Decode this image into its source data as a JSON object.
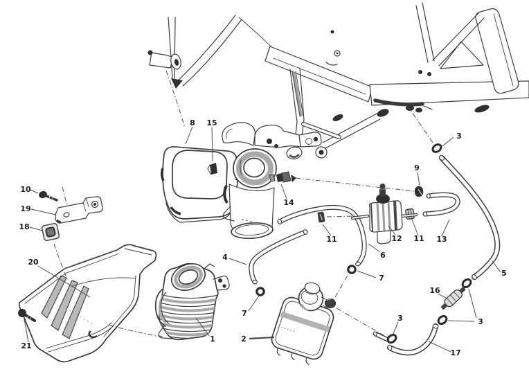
{
  "colors": {
    "background": "#ffffff",
    "line_art": "#3a3a3a",
    "dark_parts": "#2f2f2f",
    "shading": "#a9a9a9",
    "label_text": "#1c1c1c"
  },
  "callouts": [
    {
      "label": "1"
    },
    {
      "label": "2"
    },
    {
      "label": "3"
    },
    {
      "label": "3"
    },
    {
      "label": "3"
    },
    {
      "label": "4"
    },
    {
      "label": "5"
    },
    {
      "label": "6"
    },
    {
      "label": "7"
    },
    {
      "label": "7"
    },
    {
      "label": "8"
    },
    {
      "label": "9"
    },
    {
      "label": "10"
    },
    {
      "label": "11"
    },
    {
      "label": "11"
    },
    {
      "label": "12"
    },
    {
      "label": "13"
    },
    {
      "label": "14"
    },
    {
      "label": "15"
    },
    {
      "label": "16"
    },
    {
      "label": "17"
    },
    {
      "label": "18"
    },
    {
      "label": "19"
    },
    {
      "label": "20"
    },
    {
      "label": "21"
    }
  ]
}
